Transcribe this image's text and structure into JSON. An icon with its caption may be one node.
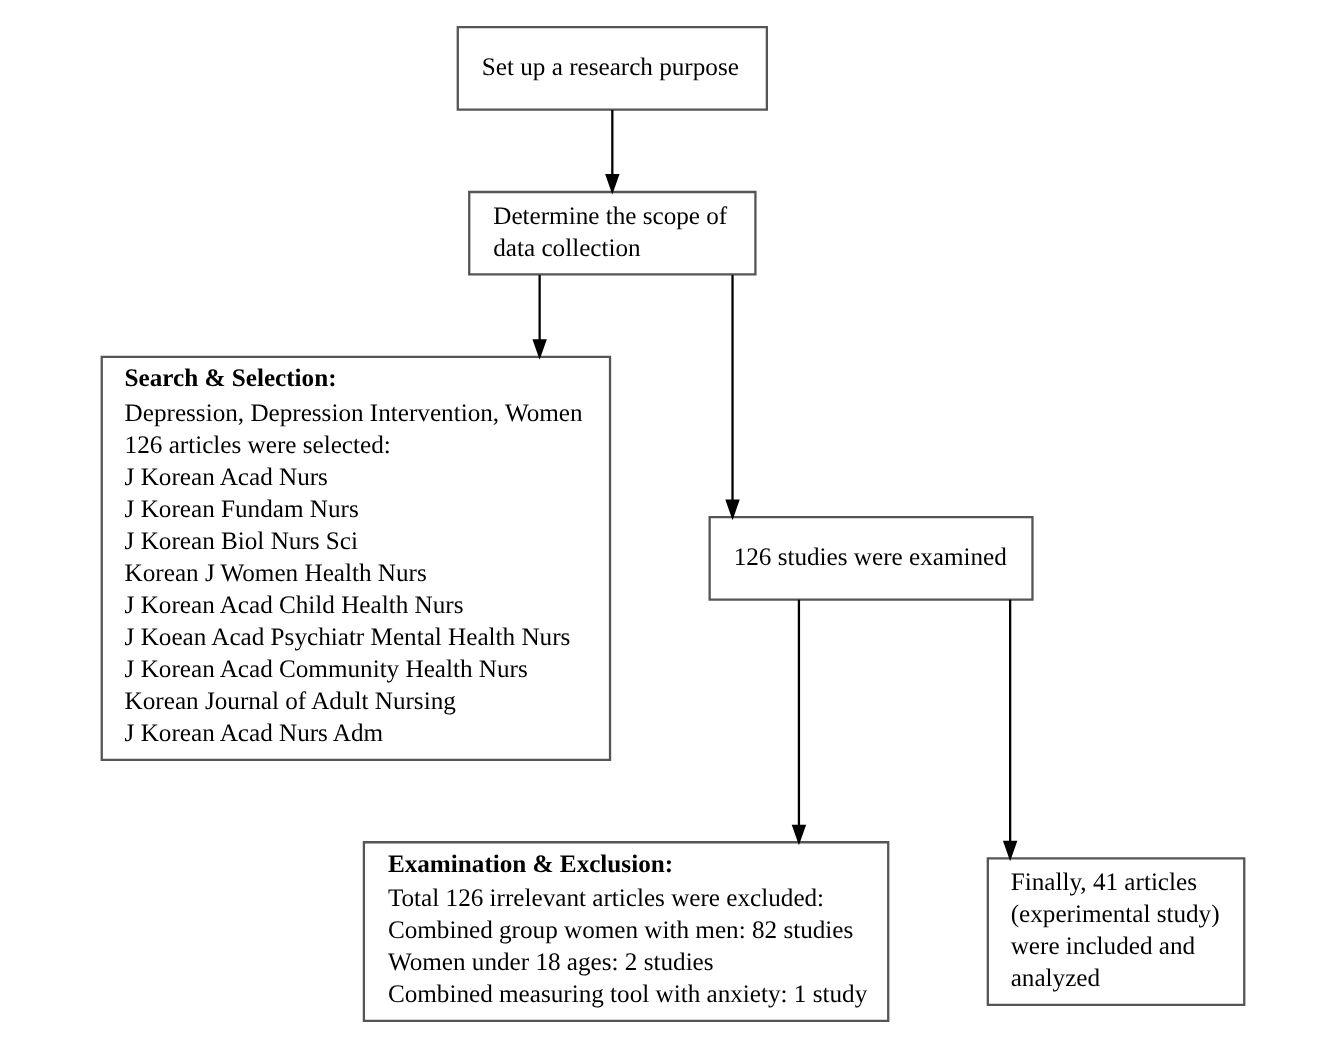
{
  "diagram": {
    "nodes": [
      {
        "text": [
          "Set up a research purpose"
        ]
      },
      {
        "text": [
          "Determine the scope of data collection"
        ]
      },
      {
        "text": [
          "Search & Selection:",
          "Depression, Depression Intervention, Women",
          "126 articles were selected:",
          "J Korean Acad Nurs",
          "J Korean Fundam Nurs",
          "J Korean Biol Nurs Sci",
          "Korean J Women Health Nurs",
          "J Korean Acad Child Health Nurs",
          "J Koean Acad Psychiatr Mental Health Nurs",
          "J Korean Acad Community Health Nurs",
          "Korean Journal of Adult Nursing",
          "J Korean Acad Nurs Adm"
        ]
      },
      {
        "text": [
          "126 studies were examined"
        ]
      },
      {
        "text": [
          "Examination & Exclusion:",
          "Total 126 irrelevant articles were excluded:",
          "Combined group women with men: 82 studies",
          "Women under 18 ages: 2 studies",
          "Combined measuring tool with anxiety: 1 study"
        ]
      },
      {
        "text": [
          "Finally, 41 articles (experimental study) were included and analyzed"
        ]
      }
    ],
    "edges": [
      {
        "from": 0,
        "to": 1,
        "arrow": "to"
      },
      {
        "from": 1,
        "to": 3,
        "arrow": "to"
      },
      {
        "from": 1,
        "to": 2,
        "arrow": "to"
      },
      {
        "from": 3,
        "to": 5,
        "arrow": "to"
      },
      {
        "from": 3,
        "to": 4,
        "arrow": "to"
      }
    ]
  }
}
